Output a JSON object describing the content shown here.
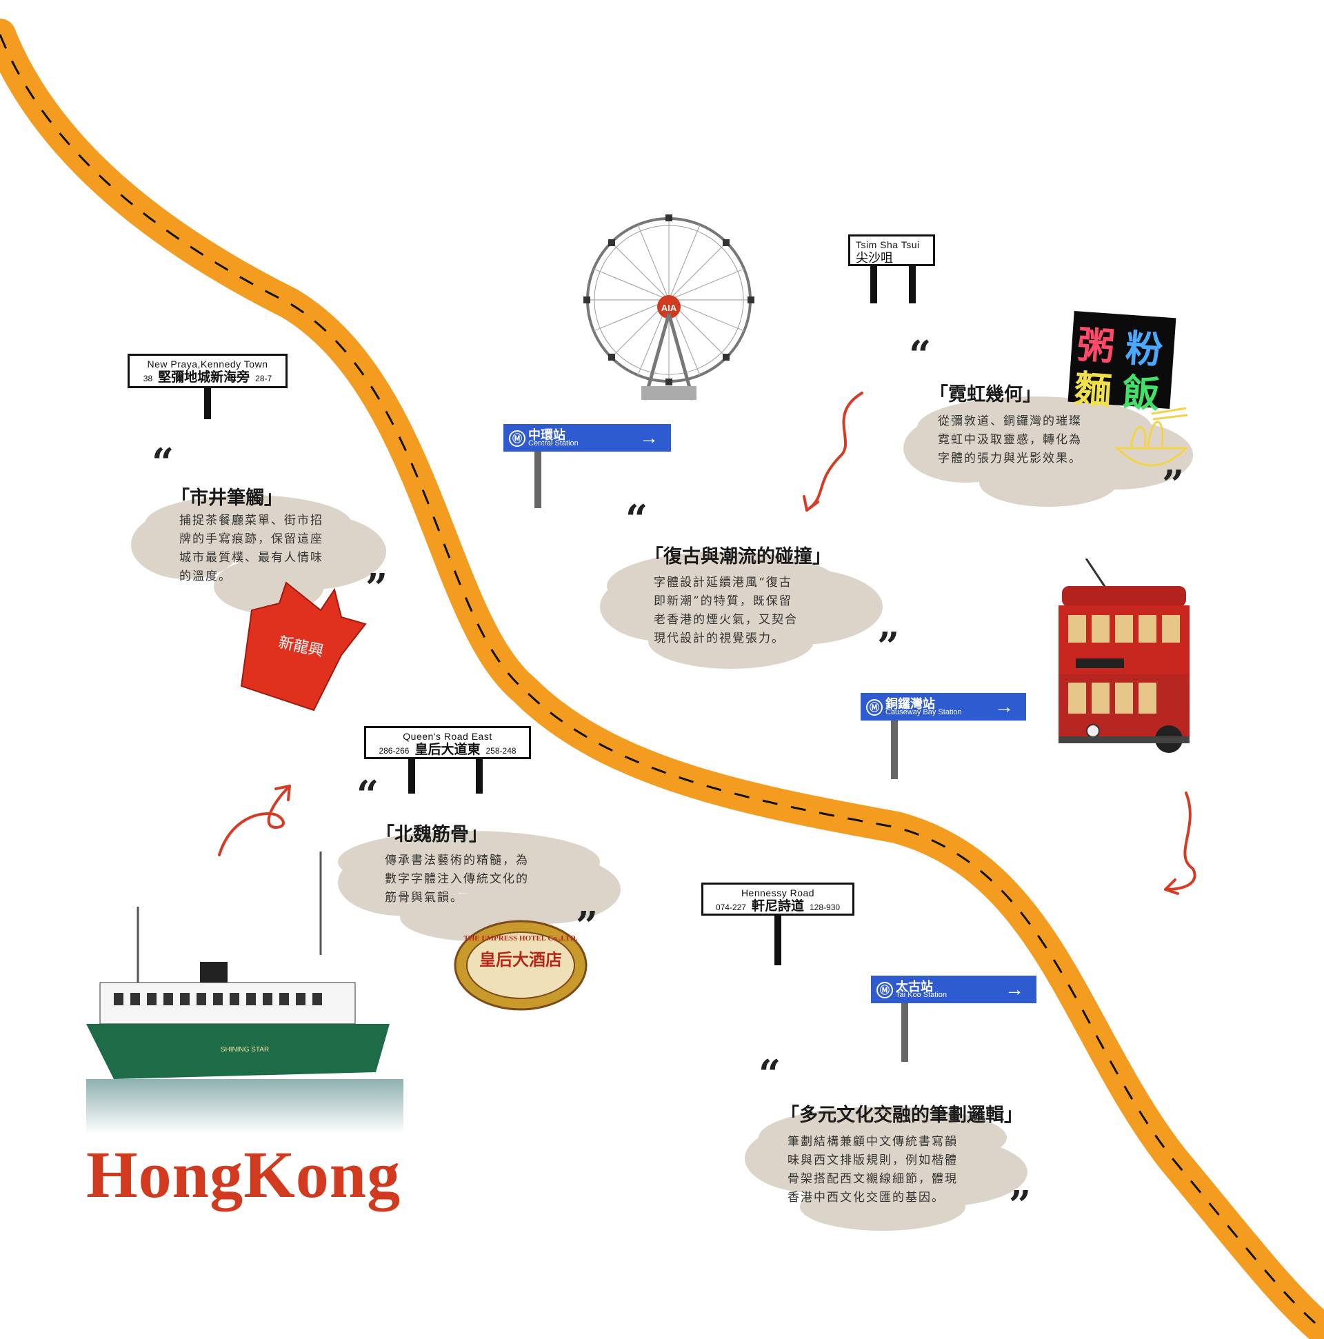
{
  "colors": {
    "road": "#f39c1f",
    "cloud": "#ddd4c9",
    "accent_red": "#d23a1f",
    "mtr_blue": "#2f5bd0"
  },
  "road_signs": {
    "kennedy_town": {
      "en": "New Praya,Kennedy Town",
      "zh": "堅彌地城新海旁",
      "num_left": "38",
      "num_right": "28-7"
    },
    "queens_road": {
      "en": "Queen's Road East",
      "zh": "皇后大道東",
      "num_left": "286-266",
      "num_right": "258-248"
    },
    "hennessy": {
      "en": "Hennessy Road",
      "zh": "軒尼詩道",
      "num_left": "074-227",
      "num_right": "128-930"
    },
    "tst": {
      "en": "Tsim Sha Tsui",
      "zh": "尖沙咀"
    }
  },
  "mtr_signs": {
    "central": {
      "zh": "中環站",
      "en": "Central Station"
    },
    "causeway": {
      "zh": "銅鑼灣站",
      "en": "Causeway Bay Station"
    },
    "taikoo": {
      "zh": "太古站",
      "en": "Tai Koo Station"
    }
  },
  "sections": {
    "street": {
      "title": "「市井筆觸」",
      "lines": [
        "捕捉茶餐廳菜單、街市招",
        "牌的手寫痕跡，保留這座",
        "城市最質樸、最有人情味",
        "的溫度。"
      ]
    },
    "retro": {
      "title": "「復古與潮流的碰撞」",
      "lines": [
        "字體設計延續港風“復古",
        "即新潮”的特質，既保留",
        "老香港的煙火氣，又契合",
        "現代設計的視覺張力。"
      ]
    },
    "neon": {
      "title": "「霓虹幾何」",
      "lines": [
        "從彌敦道、銅鑼灣的璀璨",
        "霓虹中汲取靈感，轉化為",
        "字體的張力與光影效果。"
      ]
    },
    "weibei": {
      "title": "「北魏筋骨」",
      "lines": [
        "傳承書法藝術的精髓，為",
        "數字字體注入傳統文化的",
        "筋骨與氣韻。"
      ]
    },
    "multi": {
      "title": "「多元文化交融的筆劃邏輯」",
      "lines": [
        "筆劃結構兼顧中文傳統書寫韻",
        "味與西文排版規則，例如楷體",
        "骨架搭配西文襯線細節，體現",
        "香港中西文化交匯的基因。"
      ]
    }
  },
  "marks": {
    "open": "“",
    "close": "”"
  },
  "icons": {
    "mtr_logo": "Ⓜ",
    "arrow": "→"
  },
  "illustrations": {
    "ferris_wheel_label": "AIA",
    "neon_chars": [
      "粥",
      "粉",
      "麵",
      "飯"
    ],
    "bag_text": "新龍興",
    "hotel_label": "THE EMPRESS HOTEL Co.,LTD.",
    "hotel_zh": "皇后大酒店",
    "ferry_name": "SHINING STAR"
  },
  "title": "HongKong"
}
